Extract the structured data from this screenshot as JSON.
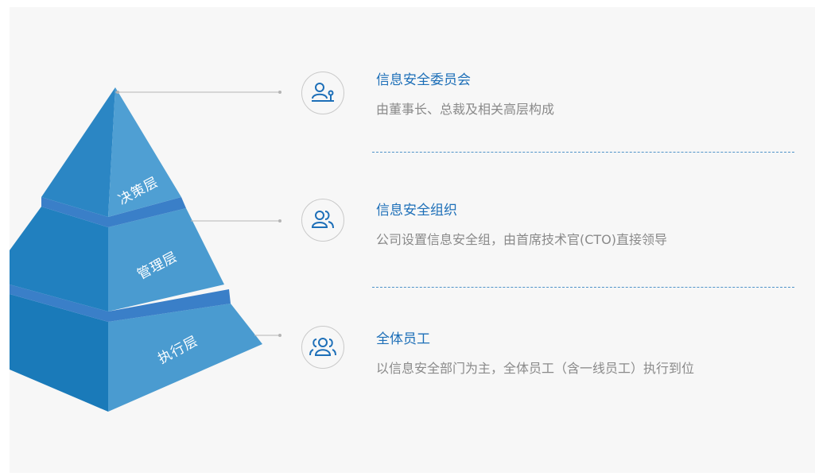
{
  "pyramid": {
    "layers": [
      {
        "label": "决策层"
      },
      {
        "label": "管理层"
      },
      {
        "label": "执行层"
      }
    ],
    "colors": {
      "light_face": "#4a9bd0",
      "mid_face": "#2f86c6",
      "dark_face": "#1a74b8",
      "band": "#3a7fc8"
    }
  },
  "items": [
    {
      "icon": "user-at-desk-icon",
      "title": "信息安全委员会",
      "desc": "由董事长、总裁及相关高层构成"
    },
    {
      "icon": "two-users-icon",
      "title": "信息安全组织",
      "desc": "公司设置信息安全组，由首席技术官(CTO)直接领导"
    },
    {
      "icon": "group-users-icon",
      "title": "全体员工",
      "desc": "以信息安全部门为主，全体员工（含一线员工）执行到位"
    }
  ],
  "accent_color": "#1d6fb8"
}
